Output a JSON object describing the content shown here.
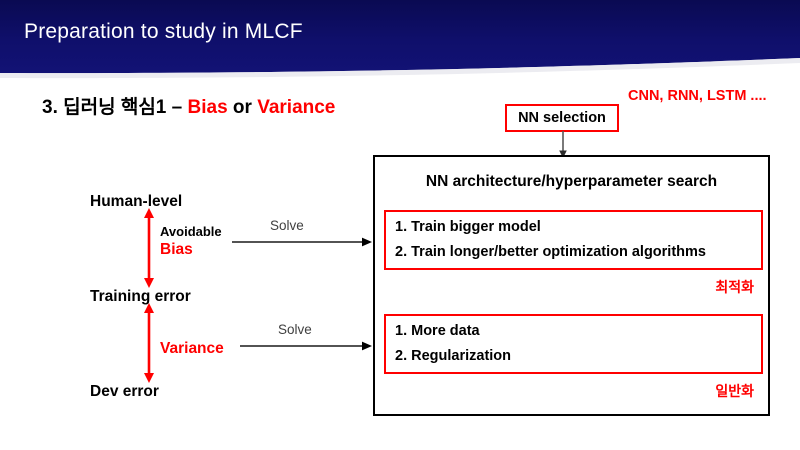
{
  "header": {
    "title": "Preparation to study in MLCF",
    "background_color": "#0d0d61",
    "text_color": "#ffffff"
  },
  "subtitle": {
    "prefix": "3. 딥러닝 핵심1 – ",
    "term_bias": "Bias",
    "conjunction": " or ",
    "term_variance": "Variance",
    "accent_color": "#FF0000"
  },
  "nn_types_note": {
    "text": "CNN, RNN, LSTM ....",
    "color": "#FF0000"
  },
  "nn_selection": {
    "label": "NN selection",
    "border_color": "#FF0000"
  },
  "search_box": {
    "title": "NN architecture/hyperparameter search",
    "border_color": "#000000",
    "optimization": {
      "items": [
        "1. Train bigger model",
        "2. Train longer/better optimization algorithms"
      ],
      "tag": "최적화",
      "border_color": "#FF0000",
      "tag_color": "#FF0000"
    },
    "generalization": {
      "items": [
        "1. More data",
        "2. Regularization"
      ],
      "tag": "일반화",
      "border_color": "#FF0000",
      "tag_color": "#FF0000"
    }
  },
  "error_levels": [
    {
      "label": "Human-level"
    },
    {
      "label": "Training error"
    },
    {
      "label": "Dev error"
    }
  ],
  "gaps": [
    {
      "qualifier": "Avoidable",
      "name": "Bias",
      "solve_label": "Solve",
      "arrow_color": "#FF0000"
    },
    {
      "qualifier": "",
      "name": "Variance",
      "solve_label": "Solve",
      "arrow_color": "#FF0000"
    }
  ]
}
